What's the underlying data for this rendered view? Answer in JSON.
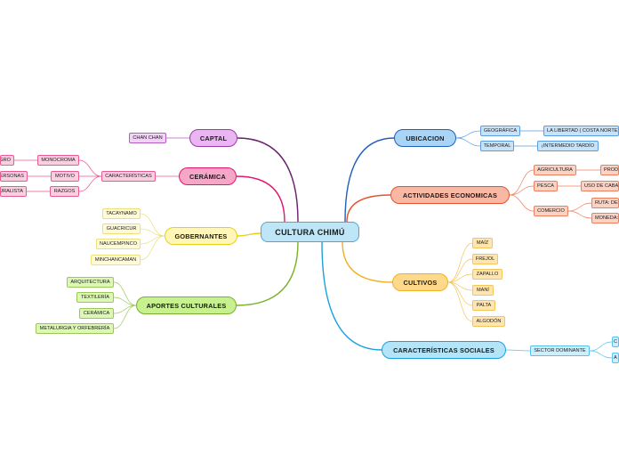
{
  "colors": {
    "captal": "#6b2372",
    "ceramica": "#e0196e",
    "gobernantes": "#e6d21a",
    "aportes": "#7bb02a",
    "ubicacion": "#1f5fbf",
    "actividades": "#e5532c",
    "cultivos": "#f0b020",
    "sociales": "#1aa0e0"
  },
  "center": {
    "label": "CULTURA CHIMÚ"
  },
  "branches": {
    "captal": {
      "label": "CAPTAL",
      "children": [
        "CHAN CHAN"
      ]
    },
    "ceramica": {
      "label": "CERÁMICA",
      "child": "CARACTERÍSTICAS",
      "mid": [
        "MONOCROMA",
        "MOTIVO",
        "RAZGOS"
      ],
      "outer": [
        "NEGRO",
        "PERSONAS",
        "NATURALISTA"
      ]
    },
    "gobernantes": {
      "label": "GOBERNANTES",
      "children": [
        "TACAYNAMO",
        "GUACRICUR",
        "NAUCEMPINCO",
        "MINCHANCAMAN"
      ]
    },
    "aportes": {
      "label": "APORTES CULTURALES",
      "children": [
        "ARQUITECTURA",
        "TEXTILERÍA",
        "CERÁMICA",
        "METALURGIA Y ORFEBRERÍA"
      ]
    },
    "ubicacion": {
      "label": "UBICACION",
      "mid": [
        "GEOGRÁFICA",
        "TEMPORAL"
      ],
      "outer": [
        "LA LIBERTAD ( COSTA NORTE)",
        "¡INTERMEDIO TARDÍO"
      ]
    },
    "actividades": {
      "label": "ACTIVIDADES ECONOMICAS",
      "mid": [
        "AGRICULTURA",
        "PESCA",
        "COMERCIO"
      ],
      "outer": [
        "PRODUCCIÓN",
        "USO DE CABALLITOS",
        "RUTA: DE",
        "MONEDA:"
      ]
    },
    "cultivos": {
      "label": "CULTIVOS",
      "children": [
        "MAÍZ",
        "FREJOL",
        "ZAPALLO",
        "MANÍ",
        "PALTA",
        "ALGODÓN"
      ]
    },
    "sociales": {
      "label": "CARACTERÍSTICAS SOCIALES",
      "mid": [
        "SECTOR DOMINANTE"
      ],
      "outer": [
        "C",
        "A"
      ]
    }
  }
}
